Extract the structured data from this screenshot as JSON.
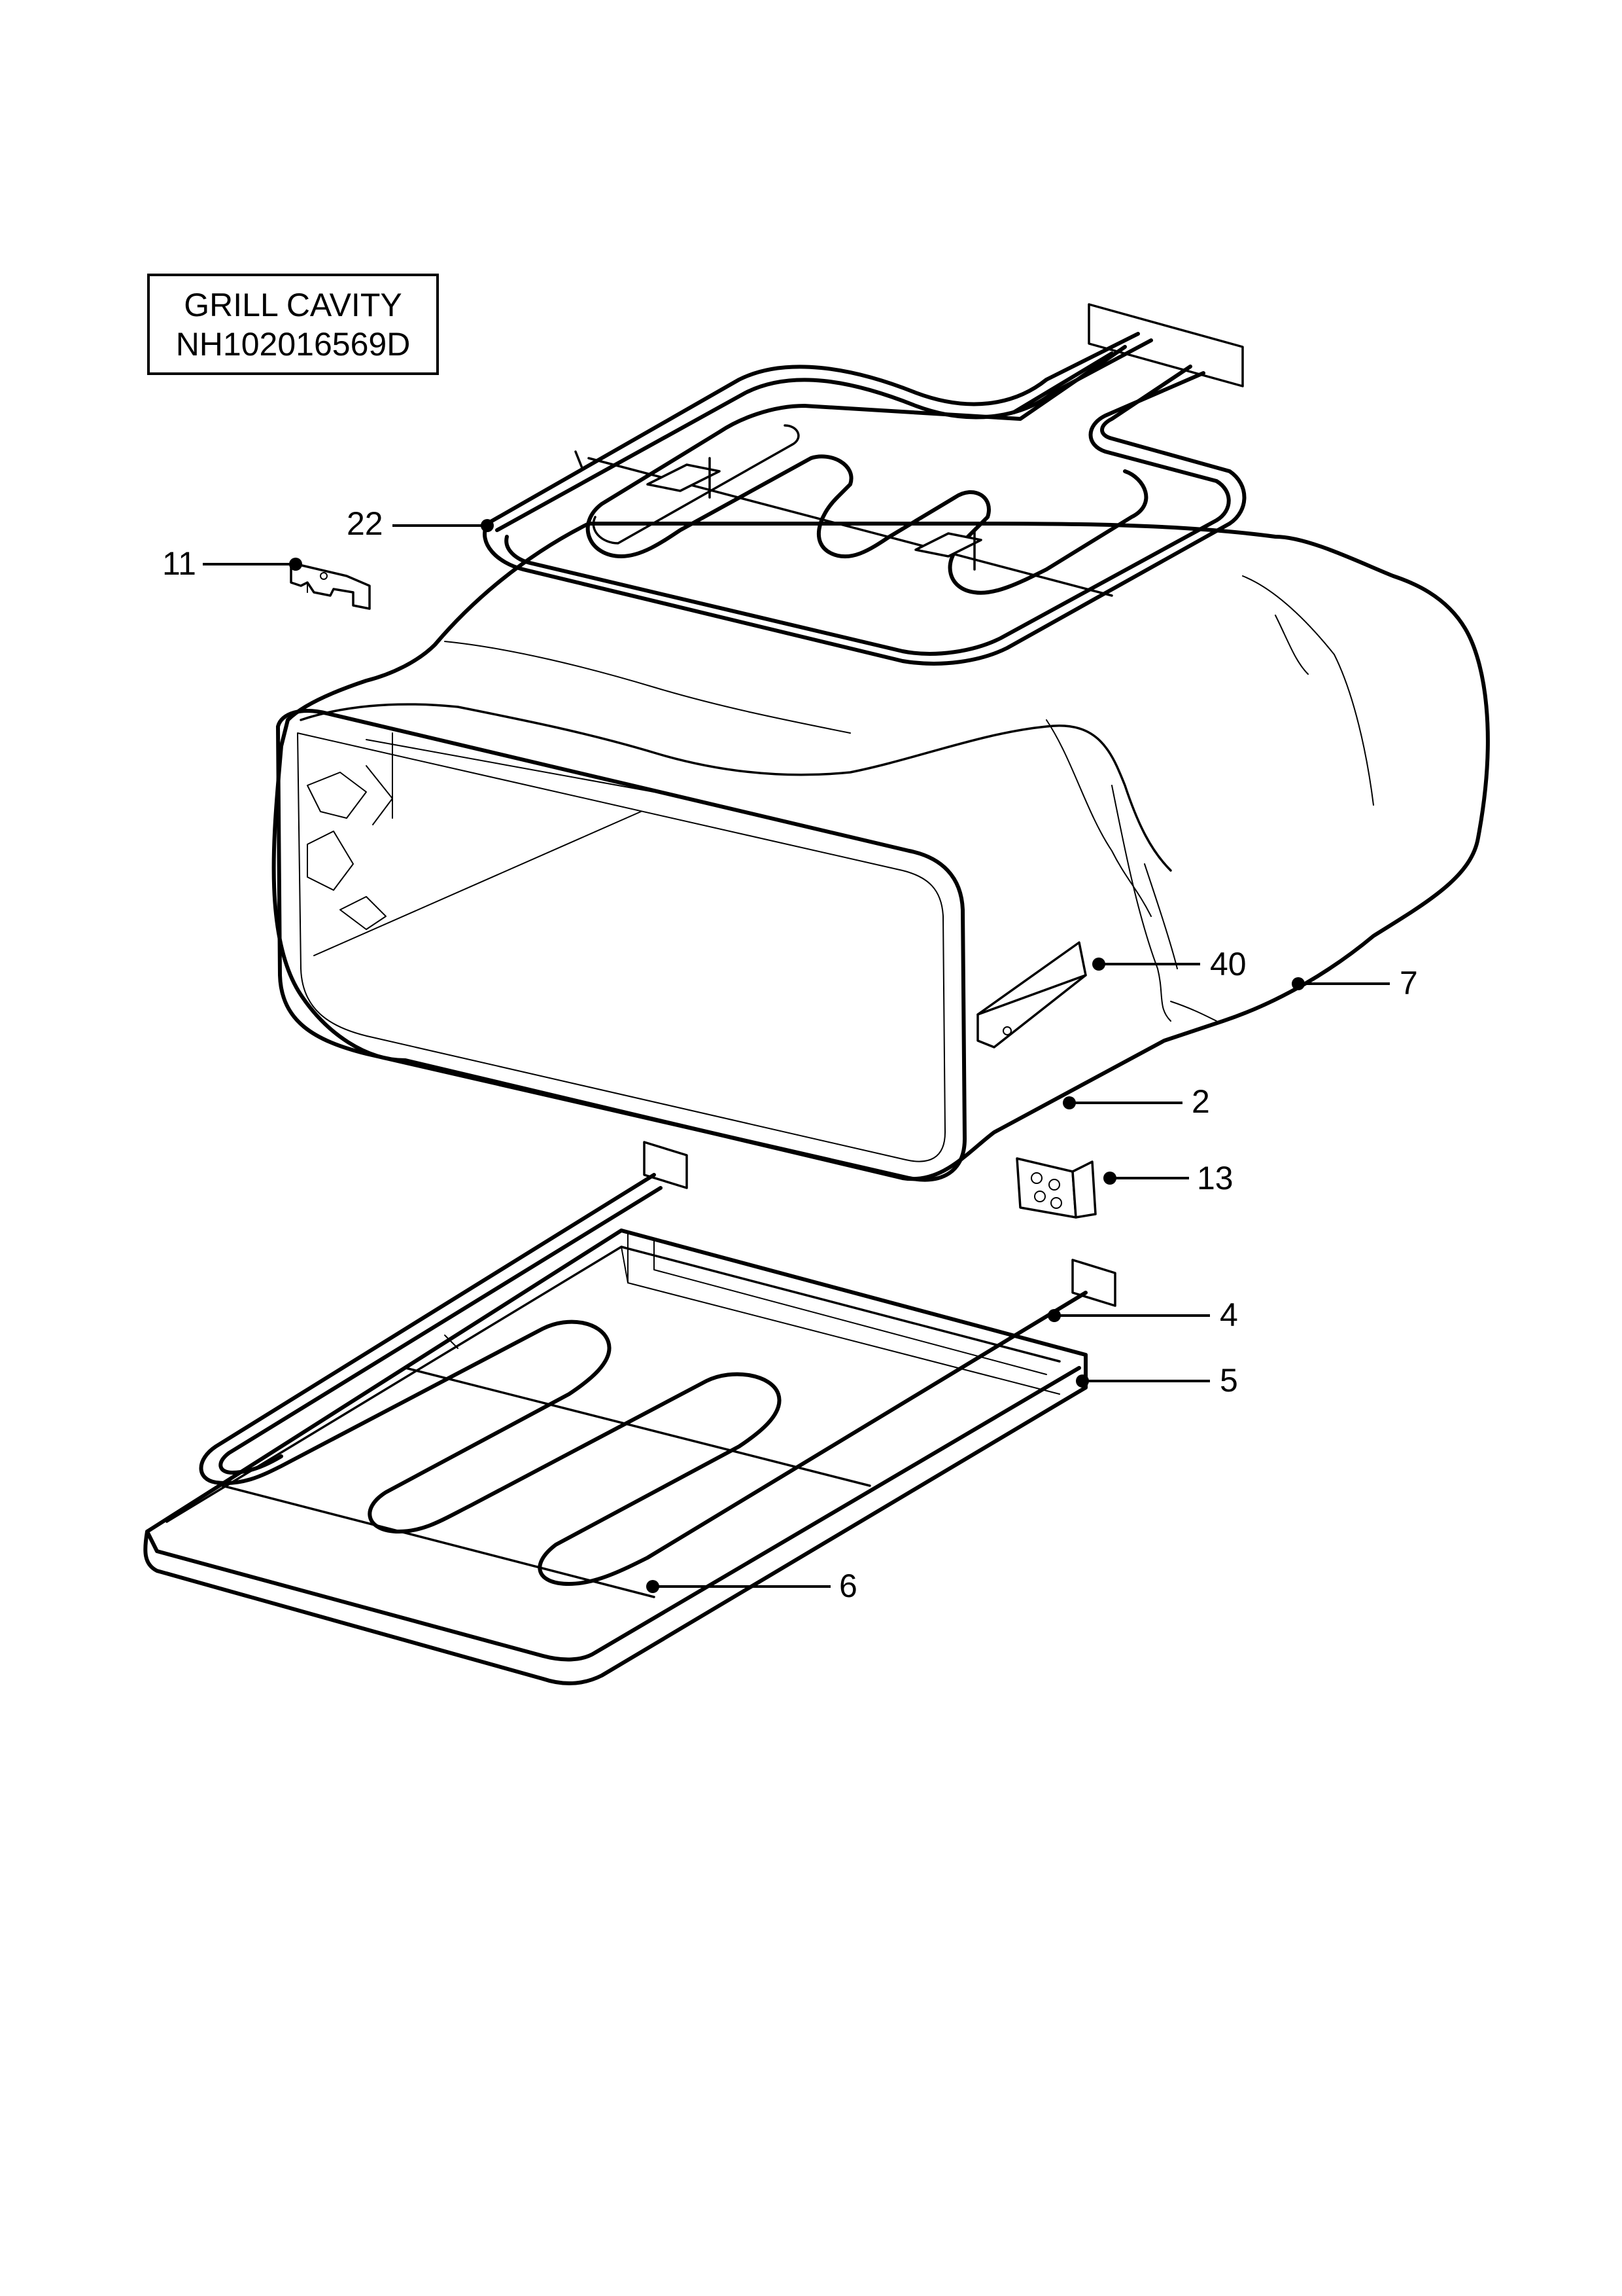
{
  "title": {
    "line1": "GRILL CAVITY",
    "line2": "NH102016569D"
  },
  "callouts": {
    "c22": "22",
    "c11": "11",
    "c40": "40",
    "c7": "7",
    "c2": "2",
    "c13": "13",
    "c4": "4",
    "c5": "5",
    "c6": "6"
  }
}
